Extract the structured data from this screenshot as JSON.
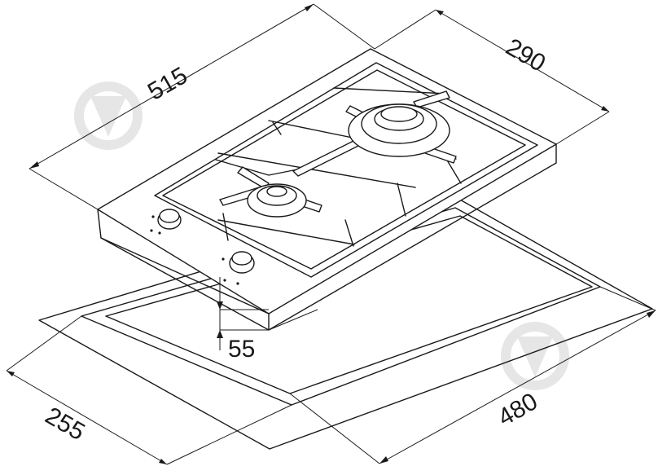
{
  "dimensions": {
    "width_total": "515",
    "depth_total": "290",
    "height": "55",
    "cutout_width": "480",
    "cutout_depth": "255"
  },
  "colors": {
    "line": "#1a1a1a",
    "watermark": "#e6e6e6",
    "background": "#ffffff"
  },
  "icons": [
    "watermark-logo-icon",
    "burner-icon",
    "control-knob-icon"
  ]
}
